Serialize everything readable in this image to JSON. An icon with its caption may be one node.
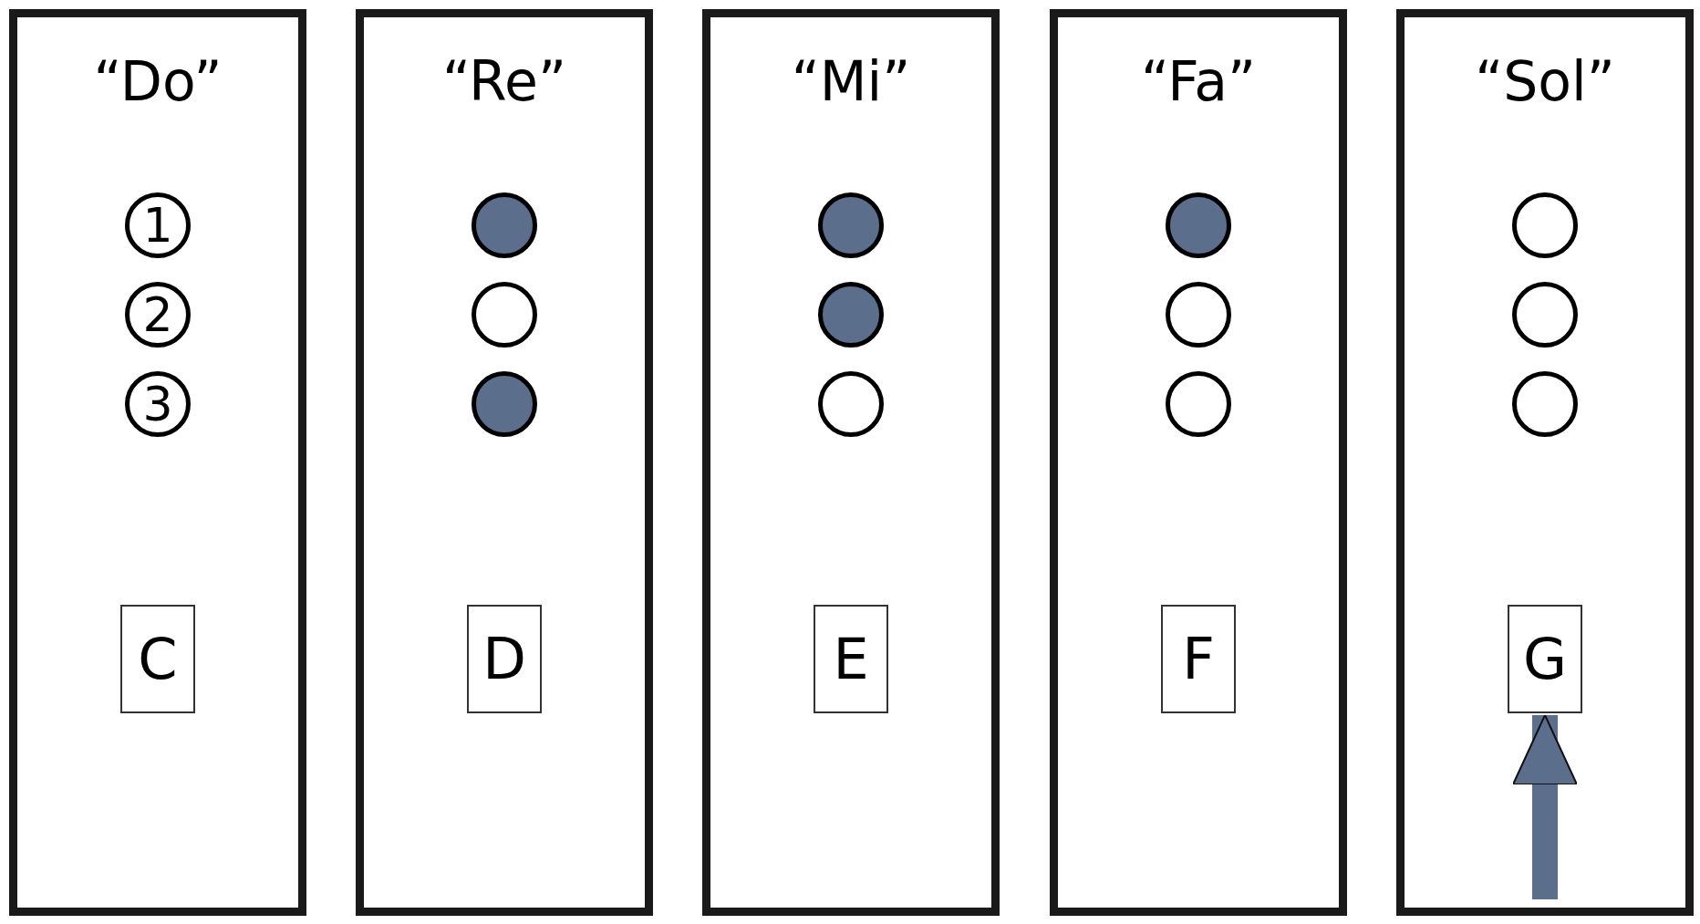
{
  "diagram": {
    "nodes": [
      {
        "text": [
          "“Do”"
        ]
      },
      {
        "text": [
          "1"
        ],
        "in": 0
      },
      {
        "text": [
          "2"
        ],
        "in": 0
      },
      {
        "text": [
          "3"
        ],
        "in": 0
      },
      {
        "text": [
          "C"
        ],
        "in": 0
      },
      {
        "text": [
          "“Re”"
        ]
      },
      {
        "text": [],
        "shape": "dot",
        "in": 5
      },
      {
        "text": [],
        "shape": "circle",
        "in": 5
      },
      {
        "text": [],
        "shape": "dot",
        "in": 5
      },
      {
        "text": [
          "D"
        ],
        "in": 5
      },
      {
        "text": [
          "“Mi”"
        ]
      },
      {
        "text": [],
        "shape": "dot",
        "in": 10
      },
      {
        "text": [],
        "shape": "dot",
        "in": 10
      },
      {
        "text": [],
        "shape": "circle",
        "in": 10
      },
      {
        "text": [
          "E"
        ],
        "in": 10
      },
      {
        "text": [
          "“Fa”"
        ]
      },
      {
        "text": [],
        "shape": "dot",
        "in": 15
      },
      {
        "text": [],
        "shape": "circle",
        "in": 15
      },
      {
        "text": [],
        "shape": "circle",
        "in": 15
      },
      {
        "text": [
          "F"
        ],
        "in": 15
      },
      {
        "text": [
          "“Sol”"
        ]
      },
      {
        "text": [],
        "shape": "circle",
        "in": 20
      },
      {
        "text": [],
        "shape": "circle",
        "in": 20
      },
      {
        "text": [],
        "shape": "circle",
        "in": 20
      },
      {
        "text": [
          "G"
        ],
        "in": 20
      }
    ],
    "edges": [
      {
        "from": null,
        "to": 24,
        "arrow": "to"
      }
    ]
  }
}
